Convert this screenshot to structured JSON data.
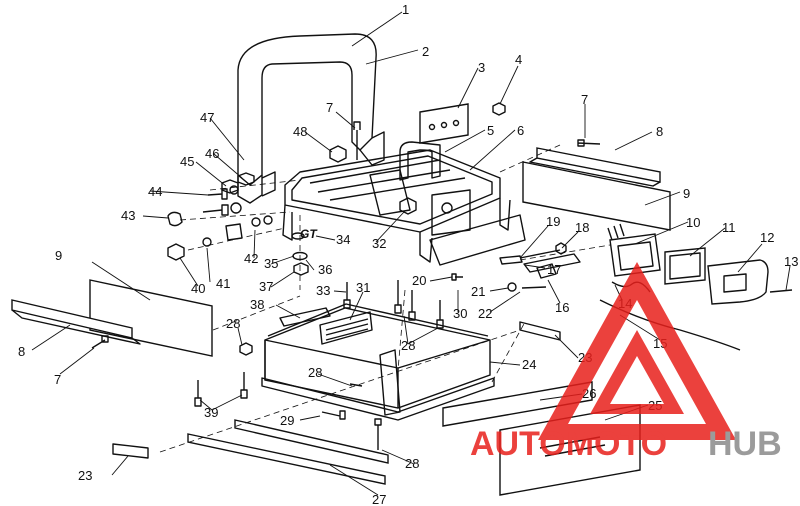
{
  "callouts": [
    {
      "id": "c1",
      "text": "1"
    },
    {
      "id": "c2",
      "text": "2"
    },
    {
      "id": "c3",
      "text": "3"
    },
    {
      "id": "c4",
      "text": "4"
    },
    {
      "id": "c5",
      "text": "5"
    },
    {
      "id": "c6",
      "text": "6"
    },
    {
      "id": "c7a",
      "text": "7"
    },
    {
      "id": "c7b",
      "text": "7"
    },
    {
      "id": "c7c",
      "text": "7"
    },
    {
      "id": "c8a",
      "text": "8"
    },
    {
      "id": "c8b",
      "text": "8"
    },
    {
      "id": "c9a",
      "text": "9"
    },
    {
      "id": "c9b",
      "text": "9"
    },
    {
      "id": "c10",
      "text": "10"
    },
    {
      "id": "c11",
      "text": "11"
    },
    {
      "id": "c12",
      "text": "12"
    },
    {
      "id": "c13",
      "text": "13"
    },
    {
      "id": "c14",
      "text": "14"
    },
    {
      "id": "c15",
      "text": "15"
    },
    {
      "id": "c16",
      "text": "16"
    },
    {
      "id": "c17",
      "text": "17"
    },
    {
      "id": "c18",
      "text": "18"
    },
    {
      "id": "c19",
      "text": "19"
    },
    {
      "id": "c20",
      "text": "20"
    },
    {
      "id": "c21",
      "text": "21"
    },
    {
      "id": "c22",
      "text": "22"
    },
    {
      "id": "c23a",
      "text": "23"
    },
    {
      "id": "c23b",
      "text": "23"
    },
    {
      "id": "c24",
      "text": "24"
    },
    {
      "id": "c25",
      "text": "25"
    },
    {
      "id": "c26",
      "text": "26"
    },
    {
      "id": "c27",
      "text": "27"
    },
    {
      "id": "c28a",
      "text": "28"
    },
    {
      "id": "c28b",
      "text": "28"
    },
    {
      "id": "c28c",
      "text": "28"
    },
    {
      "id": "c28d",
      "text": "28"
    },
    {
      "id": "c29",
      "text": "29"
    },
    {
      "id": "c30",
      "text": "30"
    },
    {
      "id": "c31",
      "text": "31"
    },
    {
      "id": "c32",
      "text": "32"
    },
    {
      "id": "c33",
      "text": "33"
    },
    {
      "id": "c34",
      "text": "34"
    },
    {
      "id": "c35",
      "text": "35"
    },
    {
      "id": "c36",
      "text": "36"
    },
    {
      "id": "c37",
      "text": "37"
    },
    {
      "id": "c38",
      "text": "38"
    },
    {
      "id": "c39",
      "text": "39"
    },
    {
      "id": "c40",
      "text": "40"
    },
    {
      "id": "c41",
      "text": "41"
    },
    {
      "id": "c42",
      "text": "42"
    },
    {
      "id": "c43",
      "text": "43"
    },
    {
      "id": "c44",
      "text": "44"
    },
    {
      "id": "c45",
      "text": "45"
    },
    {
      "id": "c46",
      "text": "46"
    },
    {
      "id": "c47",
      "text": "47"
    },
    {
      "id": "c48",
      "text": "48"
    }
  ],
  "decal_text": "GT",
  "watermark": {
    "word_red": "AUTOMOTO",
    "word_gray": "HUB",
    "red": "#e8201c",
    "gray": "#8a8a8a"
  },
  "line_color": "#111111",
  "background": "#ffffff"
}
